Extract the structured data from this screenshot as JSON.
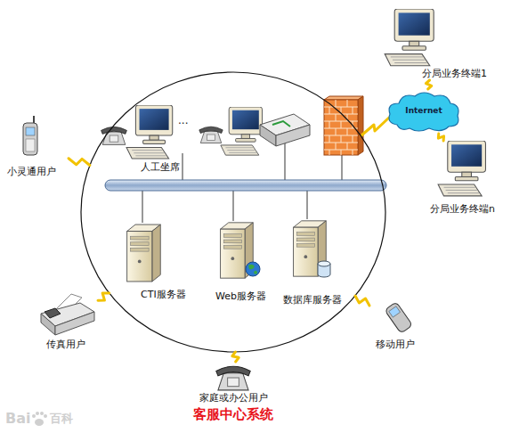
{
  "diagram": {
    "nodes": [
      {
        "text": [
          "客服中心系统"
        ]
      },
      {
        "text": [
          "分局业务终端1"
        ]
      },
      {
        "text": [
          "Internet"
        ]
      },
      {
        "text": [
          "小灵通用户"
        ]
      },
      {
        "text": [
          "人工坐席"
        ],
        "in": 0
      },
      {
        "text": [
          "分局业务终端n"
        ]
      },
      {
        "text": [
          "CTI服务器"
        ],
        "in": 0
      },
      {
        "text": [
          "Web服务器"
        ],
        "in": 0
      },
      {
        "text": [
          "数据库服务器"
        ],
        "in": 0
      },
      {
        "text": [
          "传真用户"
        ]
      },
      {
        "text": [
          "移动用户"
        ]
      },
      {
        "text": [
          "家庭或办公用户"
        ]
      }
    ],
    "edges": [
      {
        "from": 3,
        "to": 0,
        "arrow": "none"
      },
      {
        "from": 2,
        "to": 1,
        "arrow": "none"
      },
      {
        "from": 2,
        "to": 5,
        "arrow": "none"
      },
      {
        "from": 9,
        "to": 0,
        "arrow": "none"
      },
      {
        "from": 10,
        "to": 0,
        "arrow": "none"
      },
      {
        "from": 11,
        "to": 0,
        "arrow": "none"
      }
    ],
    "labels": [
      "...",
      "Bai",
      "百科"
    ]
  }
}
